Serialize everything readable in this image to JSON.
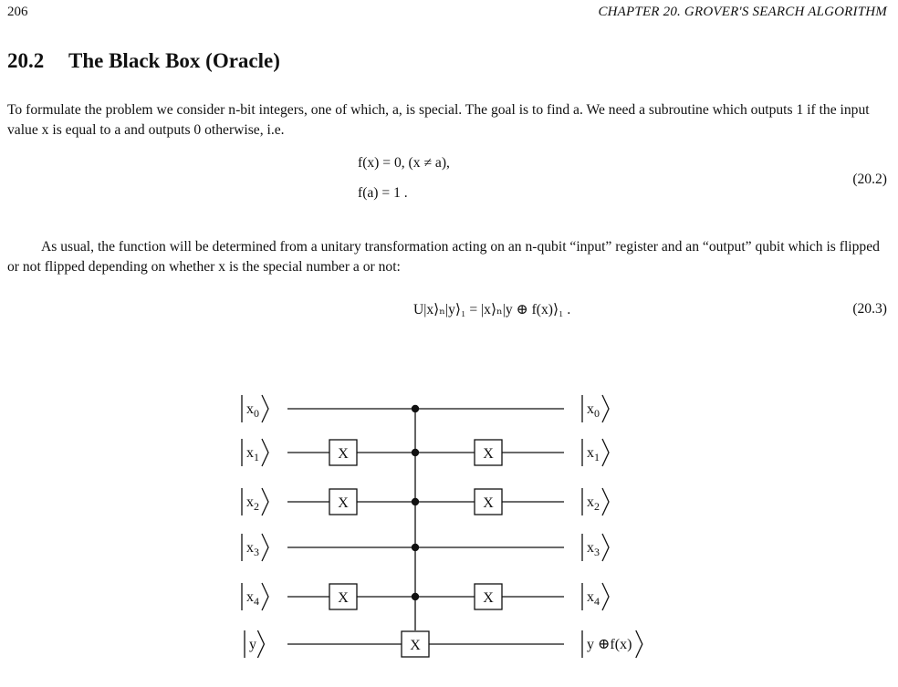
{
  "header": {
    "page_number": "206",
    "running_head": "CHAPTER 20.  GROVER'S SEARCH ALGORITHM"
  },
  "section": {
    "number": "20.2",
    "title": "The Black Box (Oracle)"
  },
  "paragraph1": "To formulate the problem we consider n-bit integers, one of which, a, is special. The goal is to find a. We need a subroutine which outputs 1 if the input value x is equal to a and outputs 0 otherwise, i.e.",
  "equation_20_2": {
    "line1": "f(x) = 0,    (x ≠ a),",
    "line2": "f(a) = 1 .",
    "number": "(20.2)"
  },
  "paragraph2": "As usual, the function will be determined from a unitary transformation acting on an n-qubit “input” register and an “output” qubit which is flipped or not flipped depending on whether x is the special number a or not:",
  "equation_20_3": {
    "text": "U|x⟩ₙ|y⟩₁ = |x⟩ₙ|y ⊕ f(x)⟩₁ .",
    "number": "(20.3)"
  },
  "circuit": {
    "wires": [
      {
        "input": "x0",
        "output": "x0",
        "pre_x": false,
        "post_x": false,
        "control": true
      },
      {
        "input": "x1",
        "output": "x1",
        "pre_x": true,
        "post_x": true,
        "control": true
      },
      {
        "input": "x2",
        "output": "x2",
        "pre_x": true,
        "post_x": true,
        "control": true
      },
      {
        "input": "x3",
        "output": "x3",
        "pre_x": false,
        "post_x": false,
        "control": true
      },
      {
        "input": "x4",
        "output": "x4",
        "pre_x": true,
        "post_x": true,
        "control": true
      },
      {
        "input": "y",
        "output": "y ⊕f(x)",
        "pre_x": false,
        "post_x": false,
        "control": false,
        "target": true
      }
    ],
    "gate_label": "X"
  }
}
